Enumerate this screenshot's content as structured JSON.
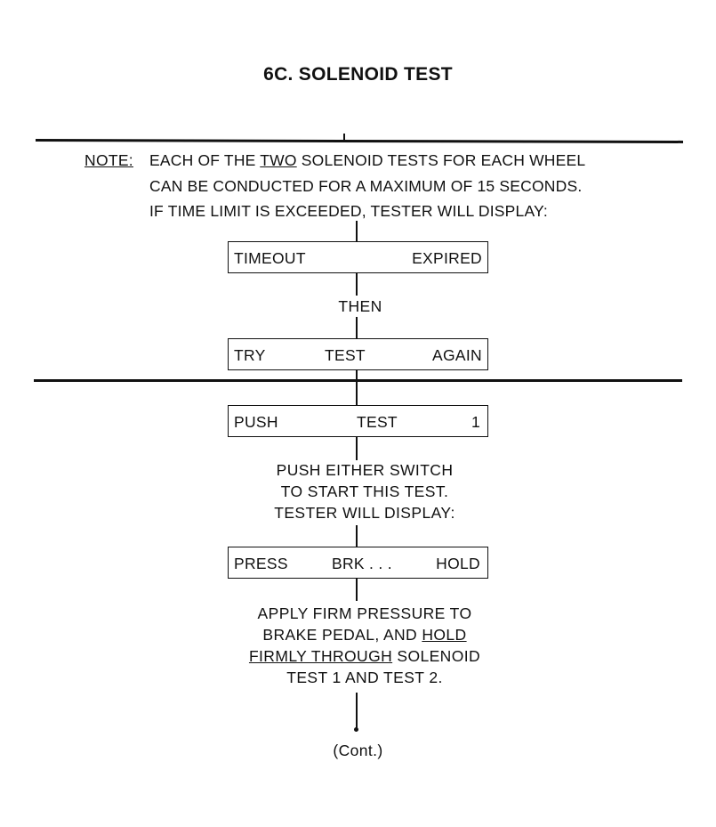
{
  "title": "6C. SOLENOID TEST",
  "note": {
    "label": "NOTE:",
    "line1_pre": "EACH OF THE ",
    "line1_underlined": "TWO",
    "line1_post": " SOLENOID TESTS FOR EACH WHEEL",
    "line2": "CAN BE CONDUCTED FOR A MAXIMUM OF 15 SECONDS.",
    "line3": "IF TIME LIMIT IS EXCEEDED, TESTER WILL DISPLAY:"
  },
  "box_timeout": {
    "left": "TIMEOUT",
    "right": "EXPIRED"
  },
  "then_label": "THEN",
  "box_try": {
    "left": "TRY",
    "center": "TEST",
    "right": "AGAIN"
  },
  "box_push": {
    "left": "PUSH",
    "center": "TEST",
    "right": "1"
  },
  "push_instructions": {
    "line1": "PUSH EITHER SWITCH",
    "line2": "TO START THIS TEST.",
    "line3": "TESTER WILL DISPLAY:"
  },
  "box_press": {
    "left": "PRESS",
    "center": "BRK . . .",
    "right": "HOLD"
  },
  "apply_instructions": {
    "line1": "APPLY FIRM PRESSURE TO",
    "line2_pre": "BRAKE PEDAL, AND ",
    "line2_underlined": "HOLD",
    "line3_underlined": "FIRMLY THROUGH",
    "line3_post": " SOLENOID",
    "line4": "TEST 1 AND TEST 2."
  },
  "continuation": "(Cont.)"
}
